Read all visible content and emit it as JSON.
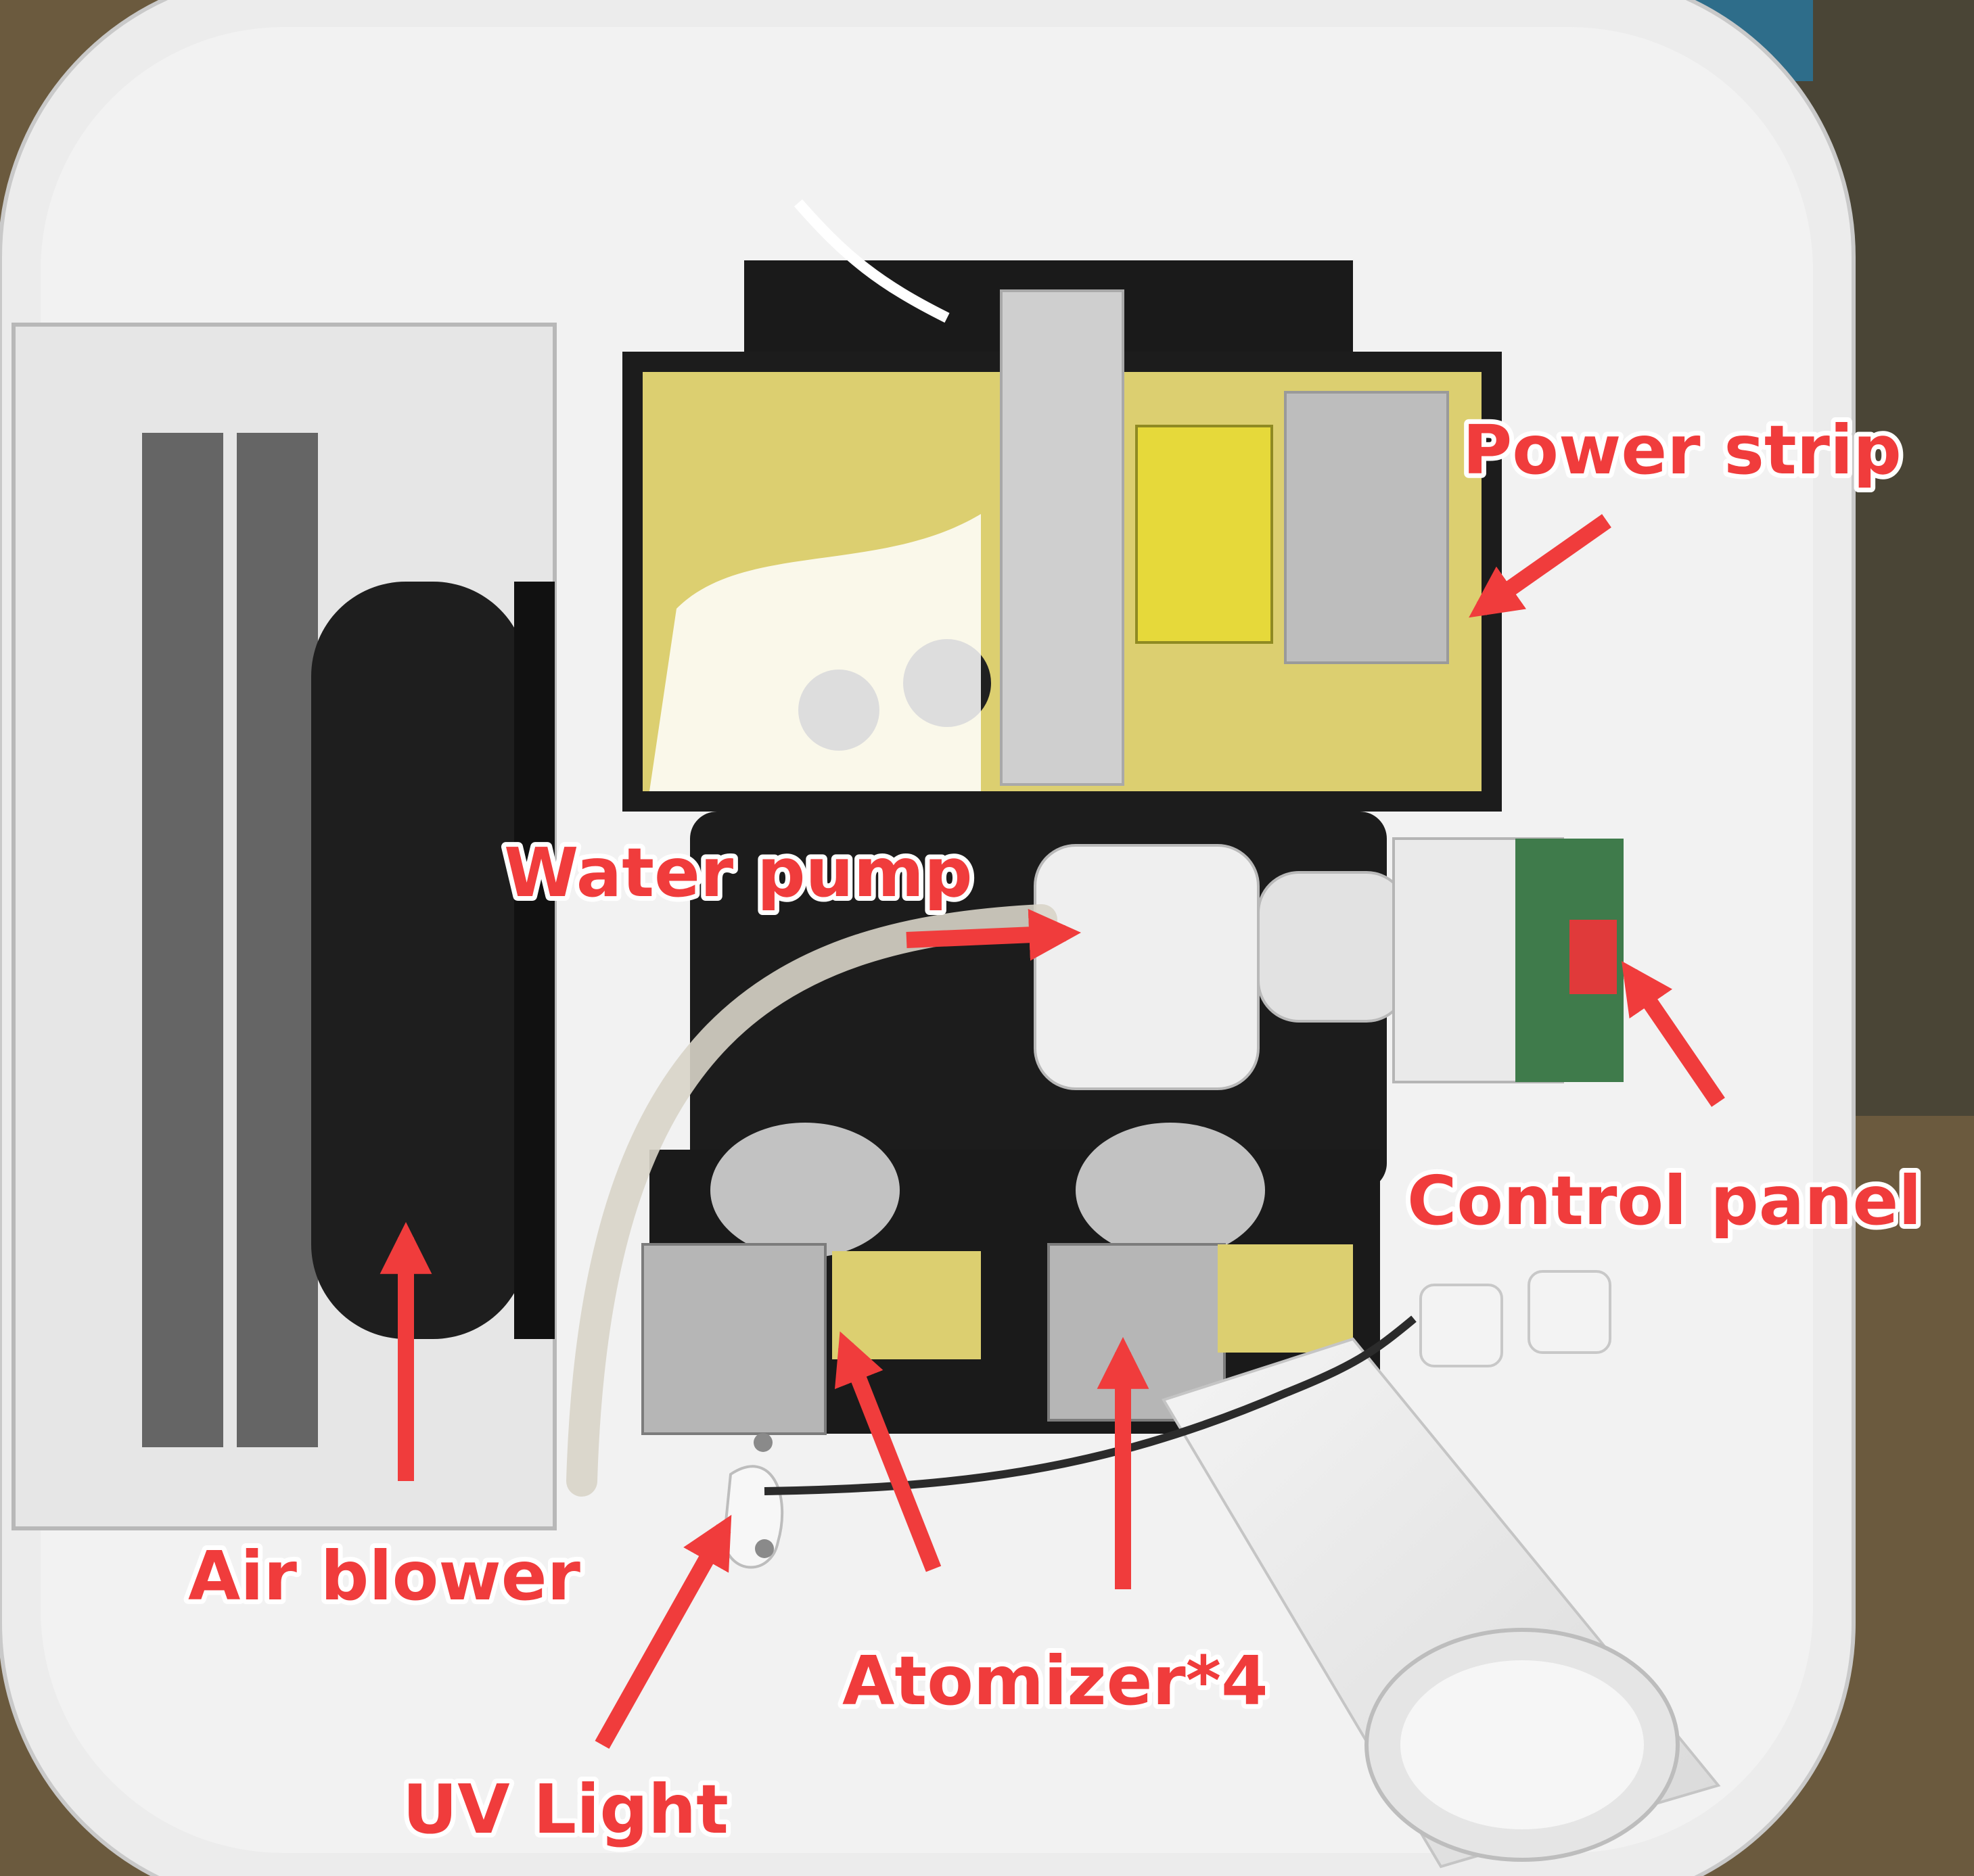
{
  "diagram": {
    "labels": {
      "power_strip": "Power strip",
      "water_pump": "Water pump",
      "control_panel": "Control panel",
      "air_blower": "Air blower",
      "uv_light": "UV Light",
      "atomizer": "Atomizer*4"
    },
    "colors": {
      "annotation": "#f03c3c",
      "housing": "#eeeeee",
      "pcb": "#dccf70",
      "enclosure": "#1c1c1c",
      "heatsink": "#c8c8c8",
      "background": "#6b5a3e"
    }
  }
}
